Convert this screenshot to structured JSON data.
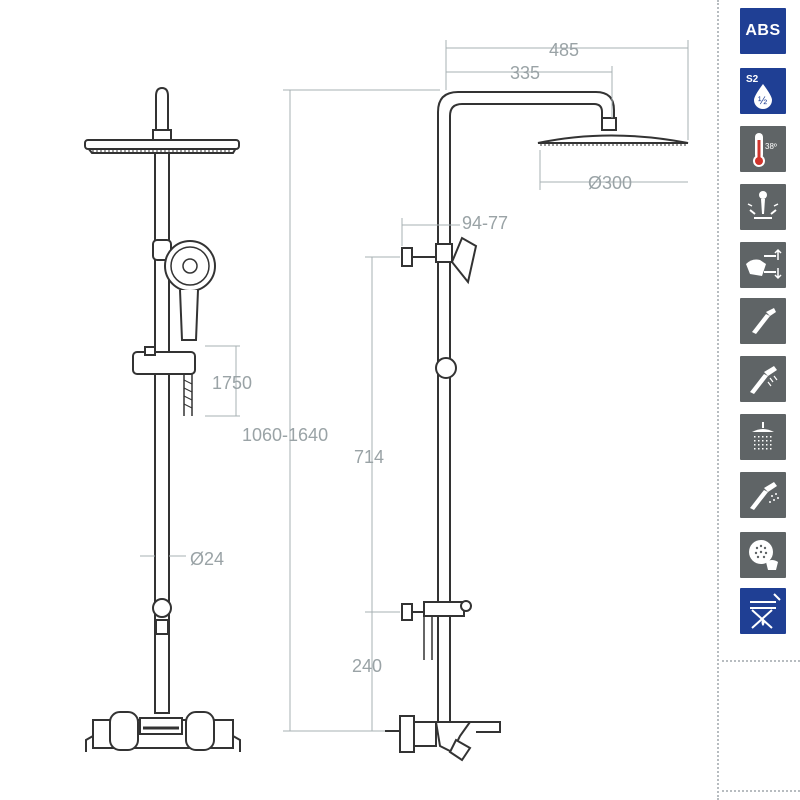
{
  "dimensions": {
    "left_hose_length": "1750",
    "total_height": "1060-1640",
    "pipe_diameter": "Ø24",
    "arm_total": "485",
    "arm_inner": "335",
    "head_diameter": "Ø300",
    "holder_projection": "94-77",
    "rail_length": "714",
    "bottom_offset": "240"
  },
  "features": [
    {
      "name": "abs-material-icon",
      "label": "ABS",
      "color": "#1f3f94"
    },
    {
      "name": "connection-s2-icon",
      "label": "S2",
      "sublabel": "½",
      "color": "#1f3f94"
    },
    {
      "name": "thermostat-38-icon",
      "label": "38º",
      "color": "#5f6466"
    },
    {
      "name": "anti-scald-icon",
      "color": "#5f6466"
    },
    {
      "name": "diverter-icon",
      "color": "#5f6466"
    },
    {
      "name": "hand-shower-jet-icon",
      "color": "#5f6466"
    },
    {
      "name": "hand-shower-rain-icon",
      "color": "#5f6466"
    },
    {
      "name": "rain-head-icon",
      "color": "#5f6466"
    },
    {
      "name": "hand-shower-mist-icon",
      "color": "#5f6466"
    },
    {
      "name": "easy-clean-icon",
      "color": "#5f6466"
    },
    {
      "name": "shelf-icon",
      "color": "#1f3f94"
    }
  ]
}
